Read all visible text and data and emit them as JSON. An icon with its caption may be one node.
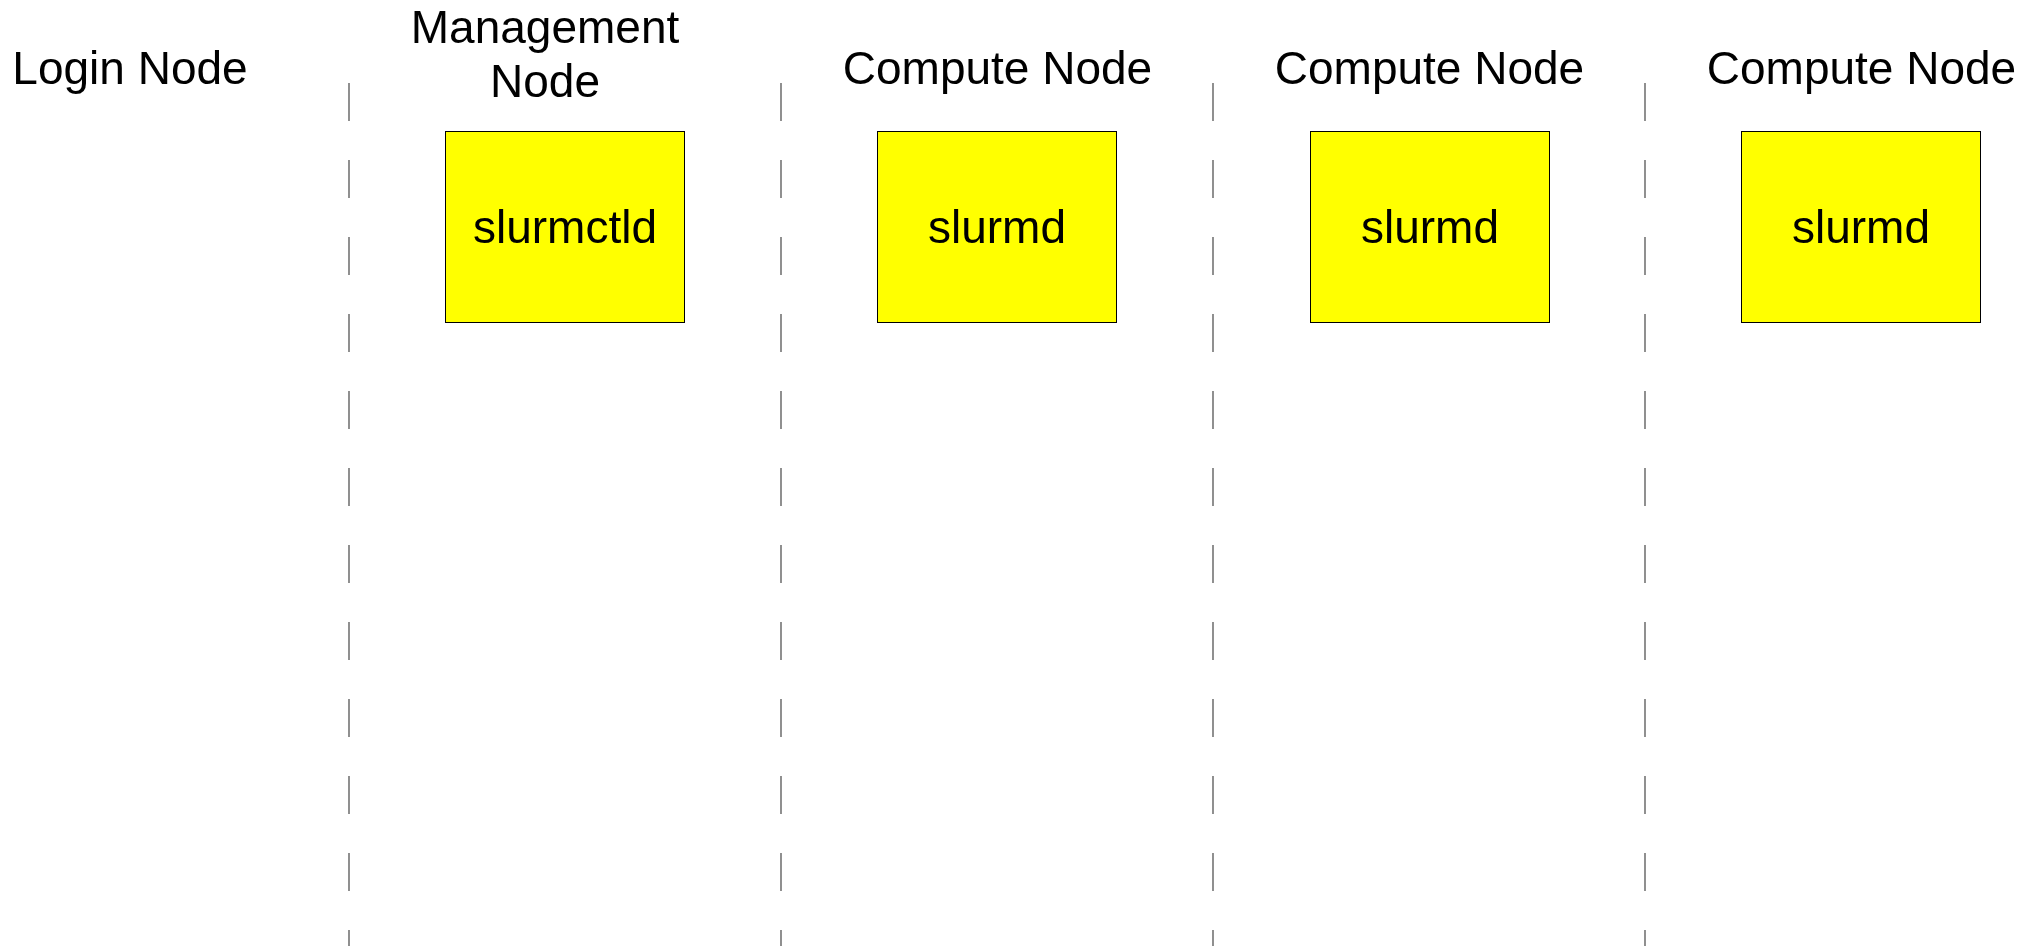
{
  "diagram": {
    "nodes": [
      {
        "text": [
          "slurmctld"
        ]
      },
      {
        "text": [
          "slurmd"
        ]
      },
      {
        "text": [
          "slurmd"
        ]
      },
      {
        "text": [
          "slurmd"
        ]
      }
    ],
    "labels": [
      "Login Node",
      "Management Node",
      "Compute Node",
      "Compute Node",
      "Compute Node"
    ]
  }
}
